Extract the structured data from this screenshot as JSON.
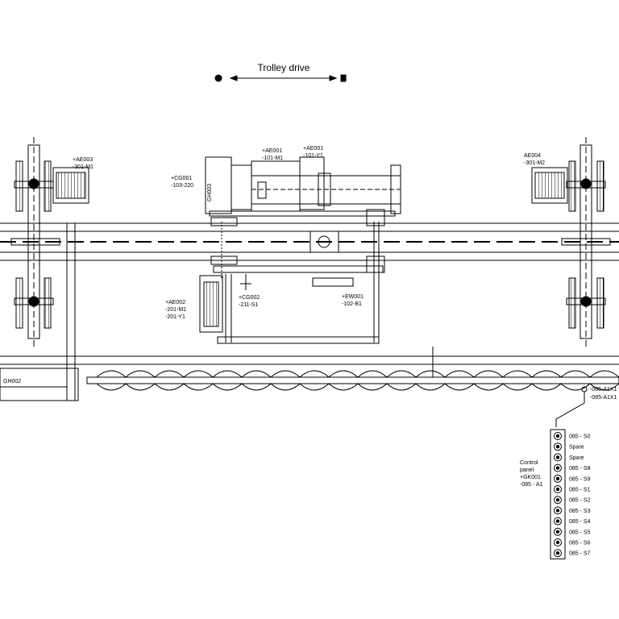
{
  "diagram": {
    "title": "Trolley drive",
    "labels": {
      "ae003": [
        "+AE003",
        "-301-M1"
      ],
      "ae001_m": [
        "+AE001",
        "-101-M1"
      ],
      "ae001_y": [
        "+AE001",
        "-101-Y1"
      ],
      "ae004": [
        "AE004",
        "-301-M2"
      ],
      "cg001": [
        "+CG001",
        "-103-220"
      ],
      "gh003": "GH003",
      "ae002": [
        "+AE002",
        "-201-M1",
        "-201-Y1"
      ],
      "cg002": [
        "+CG002",
        "-211-S1"
      ],
      "ew001": [
        "+EW001",
        "-102-B1"
      ],
      "gh002": "GH002",
      "connector": [
        "-085-A1X1",
        "-085-A1X1"
      ],
      "control_panel": [
        "Control",
        "panel",
        "+GK001",
        "-085 - A1"
      ]
    },
    "terminals": [
      "085 - S0",
      "Spare",
      "Spare",
      "085 - S8",
      "085 - S9",
      "085 - S1",
      "085 - S2",
      "085 - S3",
      "085 - S4",
      "085 - S5",
      "085 - S6",
      "085 - S7"
    ]
  }
}
